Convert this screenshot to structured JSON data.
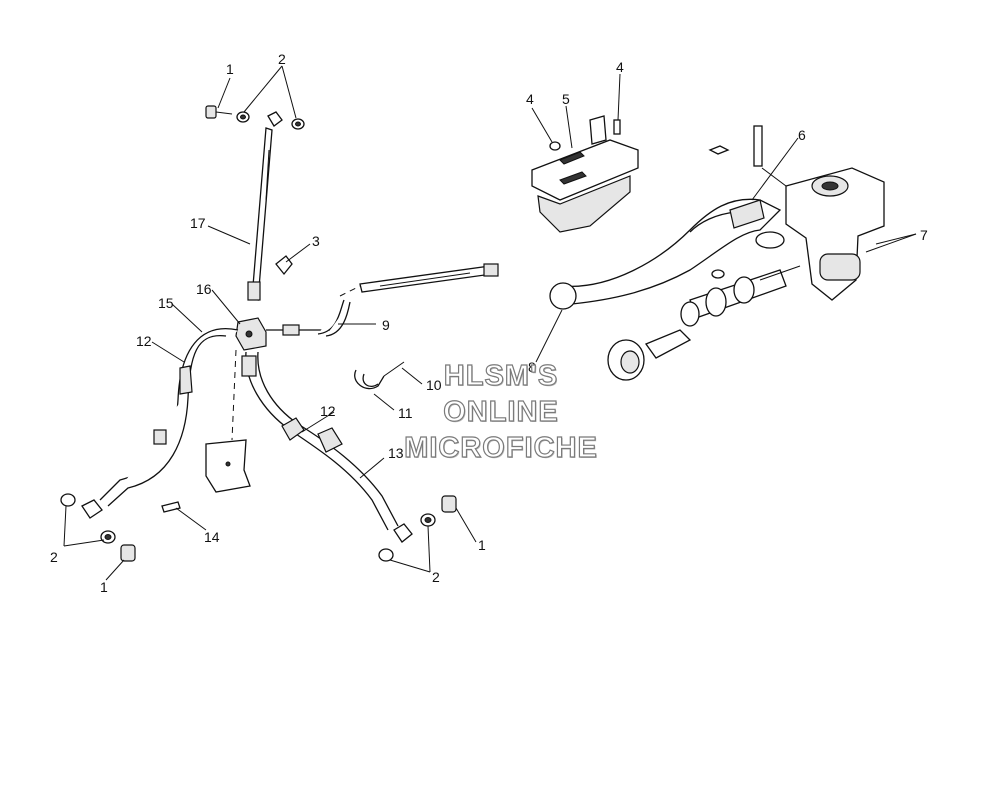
{
  "callouts": {
    "c1_top": "1",
    "c2_top": "2",
    "c17": "17",
    "c3": "3",
    "c16": "16",
    "c15": "15",
    "c12_left": "12",
    "c9": "9",
    "c10": "10",
    "c11": "11",
    "c12_mid": "12",
    "c13": "13",
    "c14": "14",
    "c2_left": "2",
    "c1_left": "1",
    "c1_right": "1",
    "c2_right": "2",
    "c4_left": "4",
    "c5": "5",
    "c4_right": "4",
    "c6": "6",
    "c7": "7",
    "c8": "8"
  },
  "watermark": {
    "line1": "HLSM'S",
    "line2": "ONLINE",
    "line3": "MICROFICHE"
  }
}
